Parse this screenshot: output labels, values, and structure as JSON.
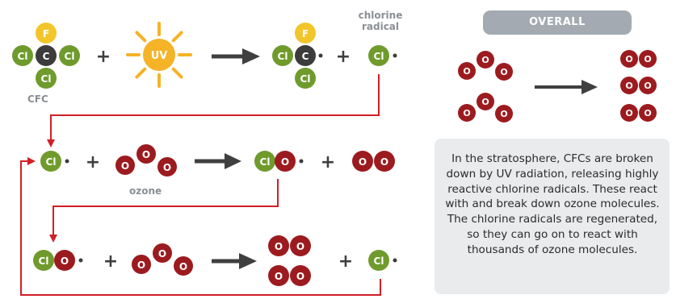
{
  "atoms": {
    "F": "F",
    "Cl": "Cl",
    "C": "C",
    "O": "O"
  },
  "labels": {
    "cfc": "CFC",
    "chlorine_radical_line1": "chlorine",
    "chlorine_radical_line2": "radical",
    "ozone": "ozone",
    "uv": "UV",
    "plus": "+"
  },
  "overall": {
    "title": "OVERALL",
    "description": "In the stratosphere, CFCs are broken down by UV radiation, releasing highly reactive chlorine radicals. These react with and break down ozone molecules. The chlorine radicals are regenerated, so they can go on to react with thousands of ozone molecules."
  },
  "colors": {
    "green": "#6f9b2c",
    "yellow": "#f2c62b",
    "carbon": "#3c3c3c",
    "oxygen": "#9c1b1f",
    "sun": "#f5b328",
    "arrow": "#3f3f3f",
    "cycle_line": "#d21f26",
    "label_gray": "#8a8f94"
  }
}
